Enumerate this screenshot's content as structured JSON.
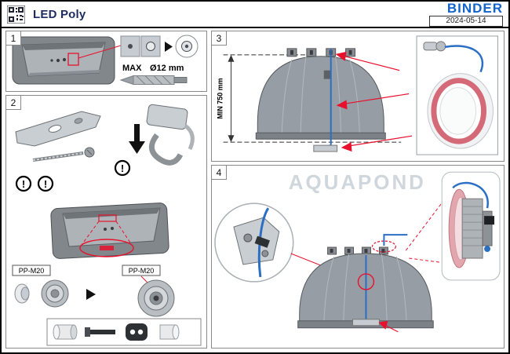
{
  "header": {
    "title": "LED Poly",
    "brand": "BINDER",
    "date": "2024-05-14"
  },
  "panels": {
    "p1": {
      "number": "1",
      "max_label": "MAX",
      "drill_size": "Ø12 mm"
    },
    "p2": {
      "number": "2",
      "warning_mark": "!",
      "gland_label_a": "PP-M20",
      "gland_label_b": "PP-M20"
    },
    "p3": {
      "number": "3",
      "min_height": "MIN 750 mm"
    },
    "p4": {
      "number": "4",
      "watermark": "AQUAPOND"
    }
  },
  "icons": {
    "qr": "qr-code",
    "arrows": "callout-arrow",
    "warning": "exclamation-circle"
  },
  "colors": {
    "brand_blue": "#1263cc",
    "title_navy": "#1c2d5e",
    "accent_red": "#e8112d",
    "cable_blue": "#2b6fc4",
    "ring_pink": "#d46a77",
    "watermark_gray": "#cfd7dc"
  }
}
